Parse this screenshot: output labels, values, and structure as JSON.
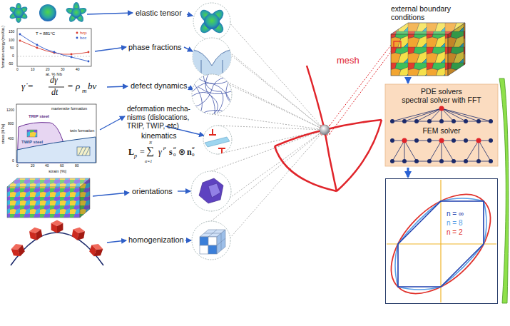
{
  "diagram": {
    "nodes": [
      {
        "text": [
          "external boundary conditions"
        ]
      },
      {
        "text": [
          "PDE solvers",
          "spectral solver with FFT",
          "FEM solver"
        ]
      },
      {
        "text": [
          "n = ∞",
          "n = 8",
          "n = 2"
        ]
      }
    ],
    "edges": [
      {
        "from": 0,
        "to": 1,
        "arrow": "to"
      },
      {
        "from": 1,
        "to": 2,
        "arrow": "to"
      }
    ],
    "labels": [
      "elastic tensor",
      "T = 881°C",
      "hcp",
      "bcc",
      "formation energy (meV/at.)",
      "150",
      "100",
      "50",
      "0",
      "-50",
      "0",
      "10",
      "20",
      "30",
      "40",
      "at. % Nb",
      "phase fractions",
      "γ̇ =",
      "dγ",
      "dt",
      "= ρ",
      "m",
      "bv",
      "defect dynamics",
      "stress [MPa]",
      "strain [%]",
      "TRIP steel",
      "martensite formation",
      "TWIP steel",
      "twin formation",
      "0",
      "20",
      "40",
      "60",
      "80",
      "1200",
      "800",
      "400",
      "0",
      "deformation mecha- nisms (dislocations, TRIP, TWIP, etc)",
      "kinematics",
      "L",
      "p",
      "=",
      "∑",
      "N",
      "α=1",
      "γ̇",
      "α",
      "s",
      "α",
      "0",
      "⊗",
      "n",
      "α",
      "0",
      "orientations",
      "homogenization",
      "mesh"
    ]
  }
}
